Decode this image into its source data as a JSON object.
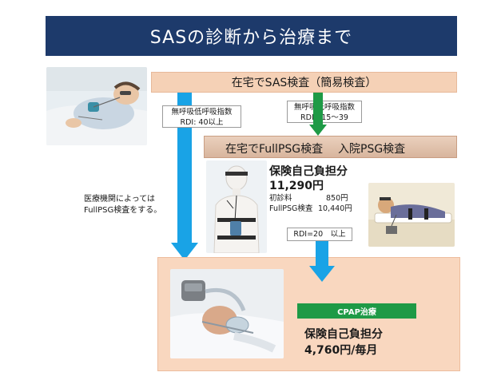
{
  "title": "SASの診断から治療まで",
  "home_sas": {
    "label": "在宅でSAS検査（簡易検査）"
  },
  "notes": {
    "left": {
      "line1": "無呼吸低呼吸指数",
      "line2": "RDI: 40以上"
    },
    "middle": {
      "line1": "無呼吸低呼吸指数",
      "line2": "RDI：15～39"
    },
    "rdi20": "RDI=20　以上"
  },
  "psg": {
    "home_full": "在宅でFullPSG検査",
    "inpatient": "入院PSG検査"
  },
  "psg_cost": {
    "heading": "保険自己負担分",
    "total": "11,290円",
    "line1_label": "初診料",
    "line1_value": "850円",
    "line2_label": "FullPSG検査",
    "line2_value": "10,440円"
  },
  "side_note": {
    "line1": "医療機関によっては",
    "line2": "FullPSG検査をする。"
  },
  "cpap": {
    "badge": "CPAP治療",
    "heading": "保険自己負担分",
    "value": "4,760円/毎月"
  },
  "colors": {
    "banner": "#1d3a6b",
    "blue_arrow": "#19a3e6",
    "green_arrow": "#1e9a46",
    "peach": "#f5d1b6"
  }
}
